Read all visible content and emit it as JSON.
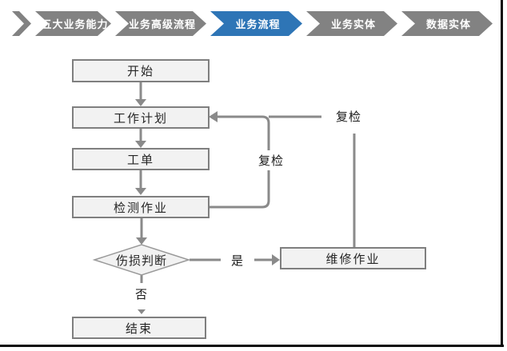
{
  "breadcrumb": {
    "items": [
      {
        "label": "五大业务能力",
        "active": false
      },
      {
        "label": "业务高级流程",
        "active": false
      },
      {
        "label": "业务流程",
        "active": true
      },
      {
        "label": "业务实体",
        "active": false
      },
      {
        "label": "数据实体",
        "active": false
      }
    ],
    "lead_icon": "chevron-right-icon",
    "colors": {
      "inactive": "#828282",
      "active": "#2E75B6",
      "text": "#FFFFFF"
    }
  },
  "flowchart": {
    "nodes": {
      "start": {
        "label": "开始",
        "shape": "rect"
      },
      "plan": {
        "label": "工作计划",
        "shape": "rect"
      },
      "order": {
        "label": "工单",
        "shape": "rect"
      },
      "inspect": {
        "label": "检测作业",
        "shape": "rect"
      },
      "decision": {
        "label": "伤损判断",
        "shape": "diamond"
      },
      "repair": {
        "label": "维修作业",
        "shape": "rect"
      },
      "end": {
        "label": "结束",
        "shape": "rect"
      }
    },
    "edges": [
      {
        "from": "start",
        "to": "plan"
      },
      {
        "from": "plan",
        "to": "order"
      },
      {
        "from": "order",
        "to": "inspect"
      },
      {
        "from": "inspect",
        "to": "decision"
      },
      {
        "from": "decision",
        "to": "repair",
        "label": "是"
      },
      {
        "from": "decision",
        "to": "end",
        "label": "否"
      },
      {
        "from": "inspect",
        "to": "plan",
        "label": "复检"
      },
      {
        "from": "repair",
        "to": "plan",
        "label": "复检"
      }
    ],
    "edge_labels": {
      "recheck_inner": "复检",
      "recheck_outer": "复检",
      "yes": "是",
      "no": "否"
    },
    "colors": {
      "node_fill": "#F2F2F2",
      "node_border": "#7F7F7F",
      "connector": "#8A8A8A",
      "text": "#262626"
    }
  }
}
